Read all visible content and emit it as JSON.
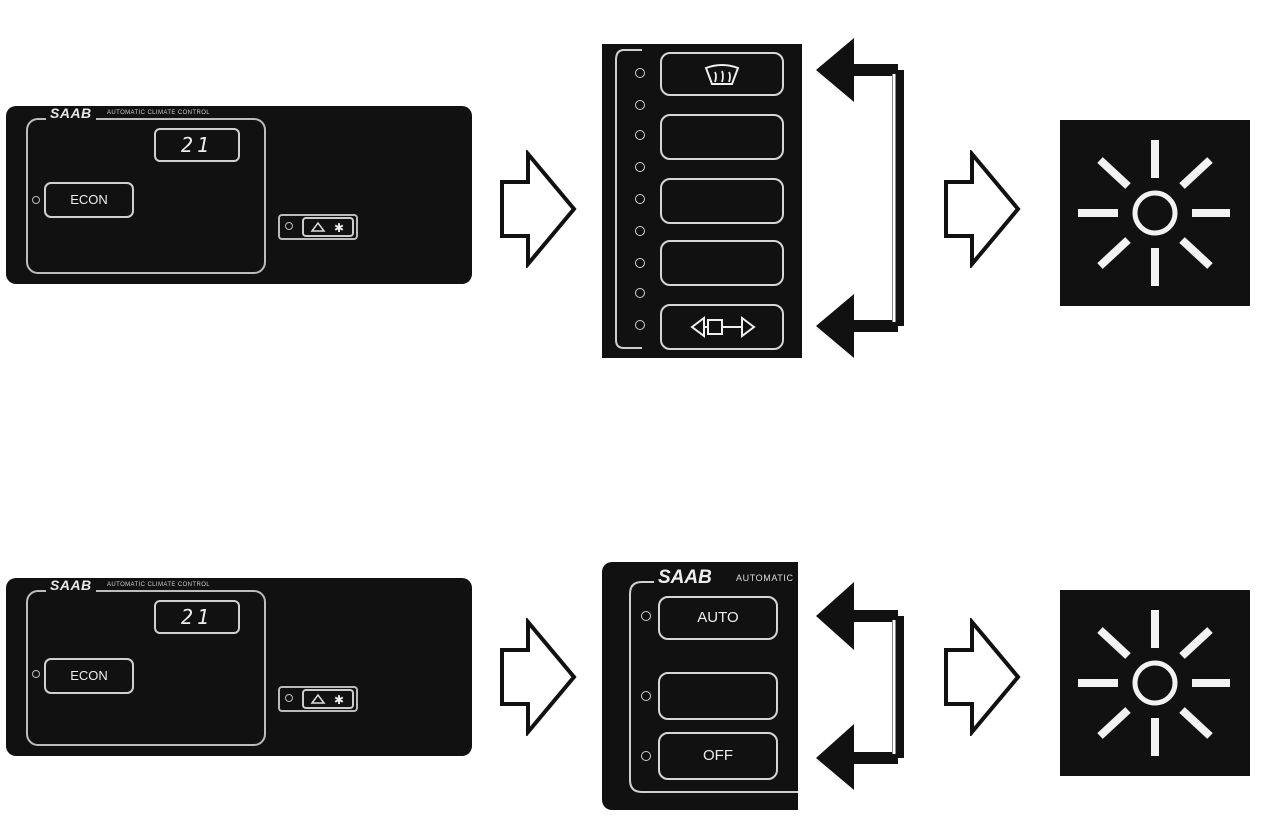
{
  "top_row": {
    "climate_panel": {
      "brand": "SAAB",
      "brand_subtitle": "AUTOMATIC CLIMATE CONTROL",
      "temperature_display": "21",
      "econ_label": "ECON"
    },
    "mode_panel": {
      "buttons": [
        {
          "label": "",
          "icon": "windshield-defrost-icon"
        },
        {
          "label": "",
          "icon": ""
        },
        {
          "label": "",
          "icon": ""
        },
        {
          "label": "",
          "icon": ""
        },
        {
          "label": "",
          "icon": "air-distribution-icon"
        }
      ]
    }
  },
  "bottom_row": {
    "climate_panel": {
      "brand": "SAAB",
      "brand_subtitle": "AUTOMATIC CLIMATE CONTROL",
      "temperature_display": "21",
      "econ_label": "ECON"
    },
    "fan_panel": {
      "brand": "SAAB",
      "brand_subtitle": "AUTOMATIC",
      "buttons": [
        {
          "label": "AUTO"
        },
        {
          "label": ""
        },
        {
          "label": "OFF"
        }
      ]
    }
  },
  "colors": {
    "panel": "#111111",
    "outline": "#d6d6d6",
    "light_ray": "#f2f2f2"
  }
}
